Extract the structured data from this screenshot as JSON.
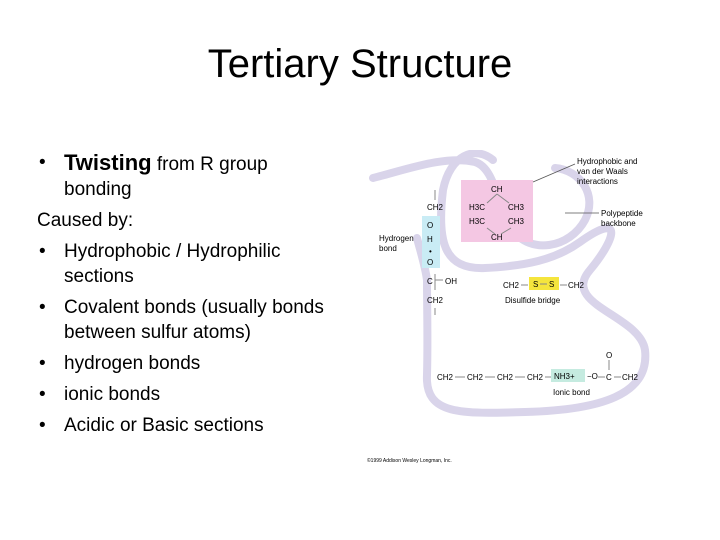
{
  "slide": {
    "title": "Tertiary Structure",
    "bullets": {
      "twisting_bold": "Twisting",
      "twisting_rest": " from R group bonding",
      "caused_by": "Caused by:",
      "items": [
        "Hydrophobic / Hydrophilic sections",
        "Covalent bonds (usually bonds between sulfur atoms)",
        "hydrogen bonds",
        "ionic bonds",
        "Acidic or Basic sections"
      ]
    }
  },
  "diagram": {
    "labels": {
      "hydrophobic": [
        "Hydrophobic and",
        "van der Waals",
        "interactions"
      ],
      "backbone": [
        "Polypeptide",
        "backbone"
      ],
      "hydrogen": [
        "Hydrogen",
        "bond"
      ],
      "disulfide": "Disulfide bridge",
      "ionic": "Ionic bond",
      "copyright": "©1999 Addison Wesley Longman, Inc."
    },
    "chem": {
      "ch": "CH",
      "h3c": "H3C",
      "ch3": "CH3",
      "ch2": "CH2",
      "o": "O",
      "h": "H",
      "c": "C",
      "oh": "OH",
      "s": "S",
      "nh3": "NH3+",
      "o_minus": "−O"
    },
    "colors": {
      "backbone": "#d9d4ea",
      "hydrophobic_box": "#f4c7e3",
      "hydrogen_box": "#c9ecf5",
      "disulfide_box": "#f5e53d",
      "ionic_box": "#c5ebe0"
    }
  }
}
